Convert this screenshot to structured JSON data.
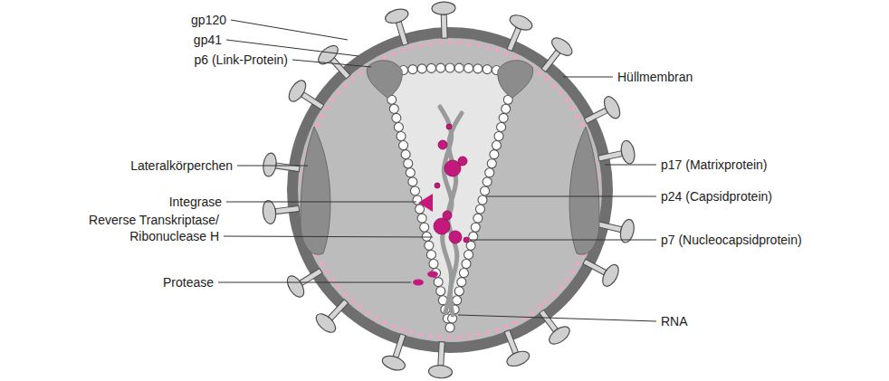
{
  "diagram": {
    "labels": [
      "gp120",
      "gp41",
      "p6 (Link-Protein)",
      "Lateralkörperchen",
      "Integrase",
      "Reverse Transkriptase/ Ribonuclease H",
      "Protease",
      "Hüllmembran",
      "p17 (Matrixprotein)",
      "p24 (Capsidprotein)",
      "p7 (Nucleocapsidprotein)",
      "RNA"
    ]
  }
}
